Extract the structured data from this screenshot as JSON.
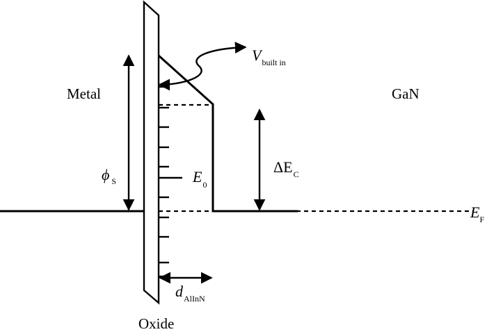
{
  "labels": {
    "metal": "Metal",
    "gan": "GaN",
    "oxide": "Oxide",
    "phi_symbol": "ϕ",
    "phi_sub": "S",
    "v_symbol": "V",
    "v_sub": "built in",
    "e0_symbol": "E",
    "e0_sub": "0",
    "dec_symbol": "ΔE",
    "dec_sub": "C",
    "d_symbol": "d",
    "d_sub": "AlInN",
    "ef_symbol": "E",
    "ef_sub": "F"
  },
  "colors": {
    "line": "#000000",
    "background": "#ffffff"
  }
}
